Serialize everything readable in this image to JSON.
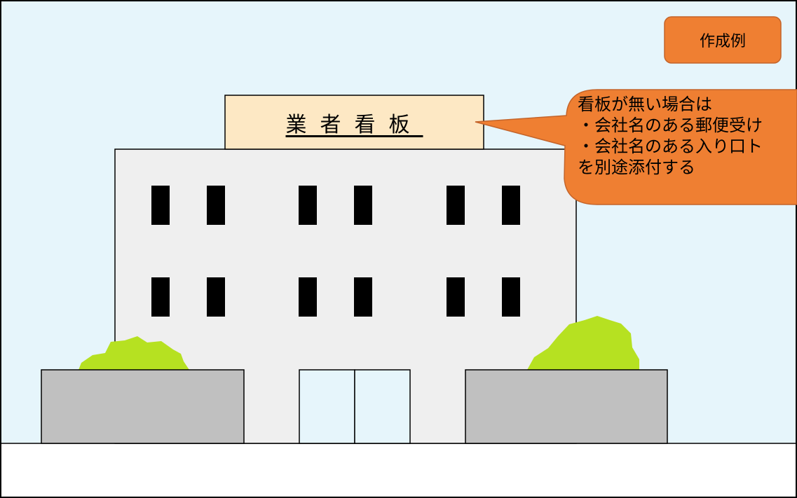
{
  "sign": {
    "text": "業者看板"
  },
  "badge": {
    "text": "作成例"
  },
  "callout": {
    "lines": [
      "看板が無い場合は",
      "・会社名のある郵便受け",
      "・会社名のある入り口ト",
      "を別途添付する"
    ]
  },
  "colors": {
    "sky": "#e6f5fb",
    "ground": "#ffffff",
    "building": "#efefef",
    "sign": "#fde8c4",
    "window": "#000000",
    "planter": "#c0c0c0",
    "bush": "#b6e121",
    "callout": "#ef7f32",
    "callout_border": "#c4642a"
  }
}
